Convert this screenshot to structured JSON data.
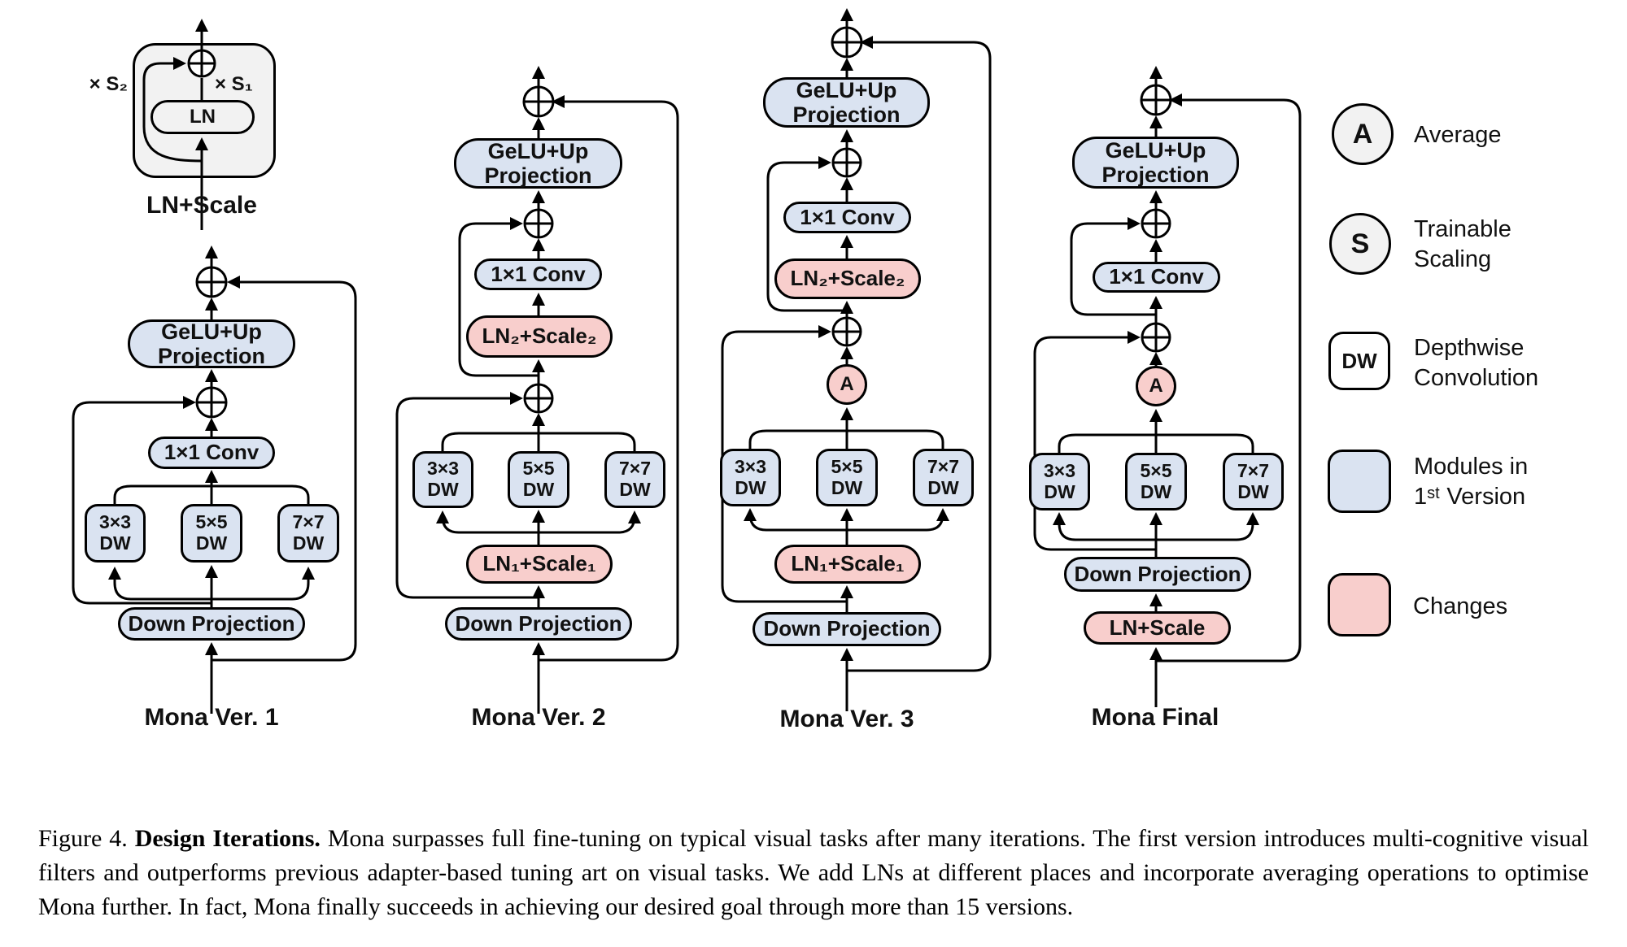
{
  "figure": {
    "inset": {
      "ln": "LN",
      "scale_left": "× S₂",
      "scale_right": "× S₁",
      "caption": "LN+Scale"
    },
    "v1": {
      "label": "Mona Ver. 1",
      "gelu": "GeLU+Up\nProjection",
      "conv": "1×1 Conv",
      "dw3": "3×3\nDW",
      "dw5": "5×5\nDW",
      "dw7": "7×7\nDW",
      "down": "Down Projection"
    },
    "v2": {
      "label": "Mona Ver. 2",
      "gelu": "GeLU+Up\nProjection",
      "conv": "1×1 Conv",
      "ln2": "LN₂+Scale₂",
      "dw3": "3×3\nDW",
      "dw5": "5×5\nDW",
      "dw7": "7×7\nDW",
      "ln1": "LN₁+Scale₁",
      "down": "Down Projection"
    },
    "v3": {
      "label": "Mona Ver. 3",
      "gelu": "GeLU+Up\nProjection",
      "conv": "1×1 Conv",
      "ln2": "LN₂+Scale₂",
      "avg": "A",
      "dw3": "3×3\nDW",
      "dw5": "5×5\nDW",
      "dw7": "7×7\nDW",
      "ln1": "LN₁+Scale₁",
      "down": "Down Projection"
    },
    "final": {
      "label": "Mona Final",
      "gelu": "GeLU+Up\nProjection",
      "conv": "1×1 Conv",
      "avg": "A",
      "dw3": "3×3\nDW",
      "dw5": "5×5\nDW",
      "dw7": "7×7\nDW",
      "down": "Down Projection",
      "ln": "LN+Scale"
    }
  },
  "legend": {
    "average": {
      "symbol": "A",
      "label": "Average"
    },
    "scaling": {
      "symbol": "S",
      "label": "Trainable\nScaling"
    },
    "dw": {
      "symbol": "DW",
      "label": "Depthwise\nConvolution"
    },
    "modules": {
      "label": "Modules in\n1ˢᵗ Version"
    },
    "changes": {
      "label": "Changes"
    }
  },
  "caption": {
    "prefix": "Figure 4.",
    "title": "Design Iterations.",
    "body": "Mona surpasses full fine-tuning on typical visual tasks after many iterations. The first version introduces multi-cognitive visual filters and outperforms previous adapter-based tuning art on visual tasks. We add LNs at different places and incorporate averaging operations to optimise Mona further. In fact, Mona finally succeeds in achieving our desired goal through more than 15 versions."
  },
  "colors": {
    "module_blue": "#dae3f1",
    "change_pink": "#f8cecc",
    "neutral_gray": "#f2f2f2",
    "line_black": "#000000"
  }
}
